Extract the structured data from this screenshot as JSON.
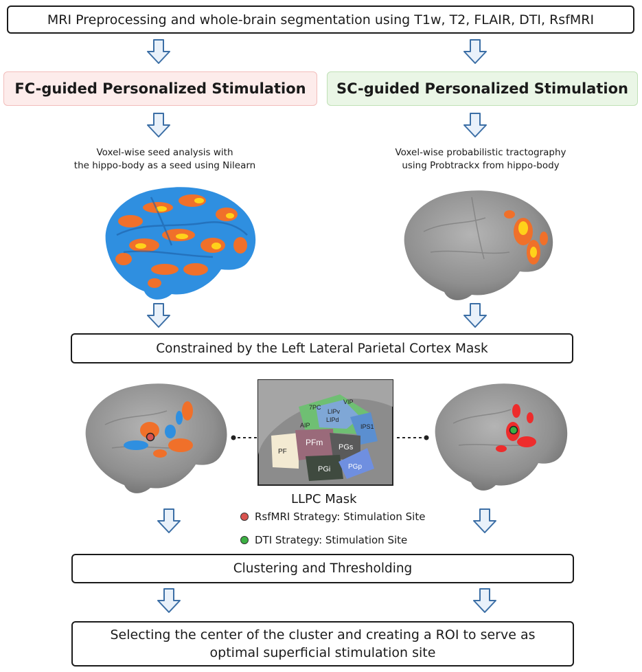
{
  "steps": {
    "preprocessing": "MRI Preprocessing and whole-brain segmentation using T1w, T2, FLAIR, DTI, RsfMRI",
    "constrained": "Constrained by the Left Lateral Parietal Cortex Mask",
    "clustering": "Clustering and Thresholding",
    "final_line1": "Selecting the center of the cluster and creating a ROI to serve as",
    "final_line2": "optimal superficial stimulation site"
  },
  "branches": {
    "fc": {
      "title": "FC-guided Personalized Stimulation",
      "caption_line1": "Voxel-wise seed analysis with",
      "caption_line2": "the hippo-body as a seed using Nilearn",
      "color": "#fdeceb"
    },
    "sc": {
      "title": "SC-guided Personalized Stimulation",
      "caption_line1": "Voxel-wise probabilistic tractography",
      "caption_line2": "using Probtrackx from hippo-body",
      "color": "#eaf6e6"
    }
  },
  "mask": {
    "title": "LLPC Mask",
    "regions": {
      "pf": "PF",
      "pfm": "PFm",
      "pgs": "PGs",
      "pgi": "PGi",
      "pgp": "PGp",
      "aip": "AIP",
      "tpc": "7PC",
      "lipv": "LIPv",
      "lipd": "LIPd",
      "vip": "VIP",
      "ips1": "IPS1"
    }
  },
  "legend": {
    "rsfmri": {
      "label": "RsfMRI Strategy: Stimulation Site",
      "color": "#d9534f"
    },
    "dti": {
      "label": "DTI Strategy: Stimulation Site",
      "color": "#3cb043"
    }
  },
  "colors": {
    "arrow_fill": "#e9f1fa",
    "arrow_stroke": "#3b6ea5",
    "brain": "#9b9b9b",
    "activation": "#f0702a",
    "network_blue": "#2f8fe0"
  }
}
